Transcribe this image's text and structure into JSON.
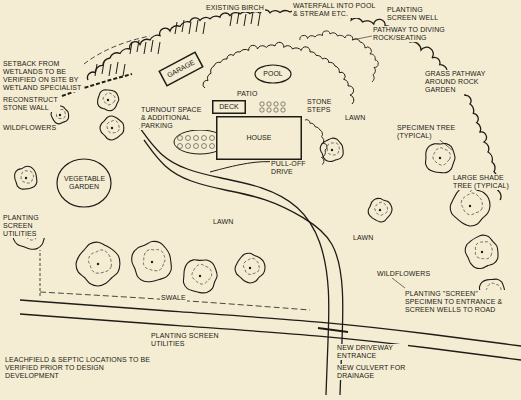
{
  "diagram": {
    "nodes": [
      {
        "text": [
          "DECK"
        ]
      },
      {
        "text": [
          "HOUSE"
        ]
      },
      {
        "text": [
          "POOL"
        ]
      },
      {
        "text": [
          "GARAGE"
        ]
      },
      {
        "text": [
          "VEGETABLE GARDEN"
        ]
      }
    ],
    "labels": [
      "EXISTING BIRCH",
      "WATERFALL INTO POOL & STREAM ETC.",
      "PLANTING SCREEN WELL",
      "PATHWAY TO DIVING ROCK/SEATING",
      "SETBACK FROM WETLANDS TO BE VERIFIED ON SITE BY WETLAND SPECIALIST",
      "RECONSTRUCT STONE WALL",
      "WILDFLOWERS",
      "TURNOUT SPACE & ADDITIONAL PARKING",
      "PATIO",
      "STONE STEPS",
      "LAWN",
      "GRASS PATHWAY AROUND ROCK GARDEN",
      "SPECIMEN TREE (TYPICAL)",
      "PULL-OFF DRIVE",
      "LARGE SHADE TREE (TYPICAL)",
      "PLANTING SCREEN UTILITIES",
      "LAWN",
      "LAWN",
      "WILDFLOWERS",
      "PLANTING \"SCREEN\" SPECIMEN TO ENTRANCE & SCREEN WELLS TO ROAD",
      "SWALE",
      "PLANTING SCREEN UTILITIES",
      "NEW DRIVEWAY ENTRANCE",
      "NEW CULVERT FOR DRAINAGE",
      "LEACHFIELD & SEPTIC LOCATIONS TO BE VERIFIED PRIOR TO DESIGN DEVELOPMENT"
    ]
  }
}
